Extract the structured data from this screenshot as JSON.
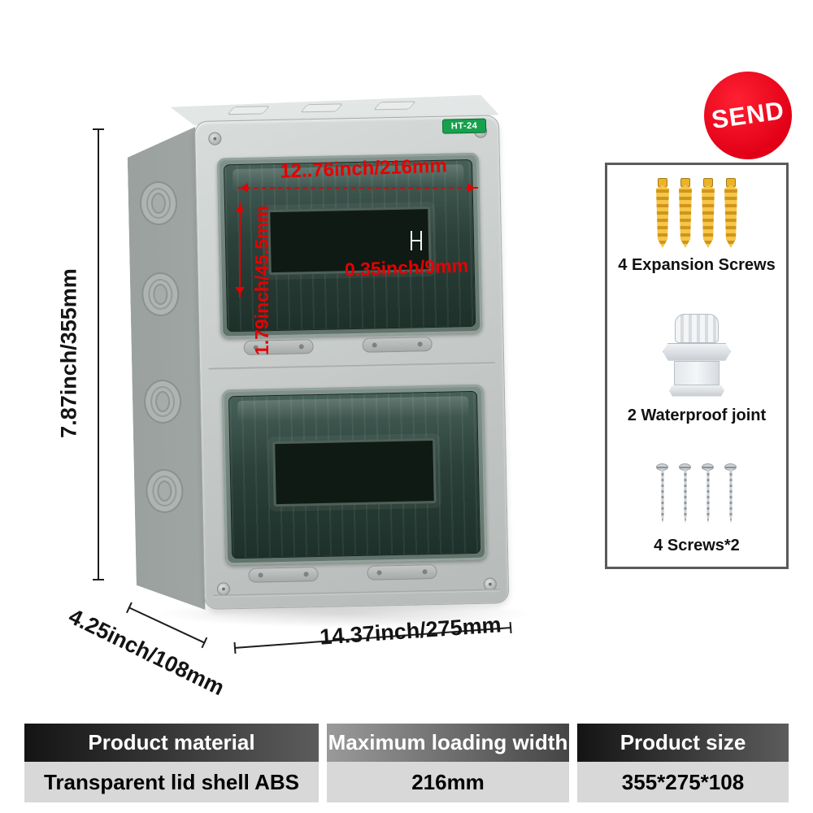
{
  "badge": {
    "label": "SEND"
  },
  "product": {
    "model": "HT-24"
  },
  "dimensions": {
    "top_width_red": "12..76inch/216mm",
    "lid_height_red": "1.79inch/45.5mm",
    "slot_red": "0.35inch/9mm",
    "height_black": "7.87inch/355mm",
    "depth_black": "4.25inch/108mm",
    "width_black": "14.37inch/275mm"
  },
  "accessories": {
    "expansion_screws_label": "4 Expansion  Screws",
    "waterproof_joint_label": "2 Waterproof joint",
    "screws_label": "4 Screws*2"
  },
  "spec_table": {
    "columns": [
      {
        "header": "Product material",
        "value": "Transparent lid  shell ABS"
      },
      {
        "header": "Maximum loading width",
        "value": "216mm"
      },
      {
        "header": "Product size",
        "value": "355*275*108"
      }
    ]
  },
  "colors": {
    "accent_red": "#e60000",
    "badge_green": "#17a14c",
    "send_red": "#e20016"
  }
}
